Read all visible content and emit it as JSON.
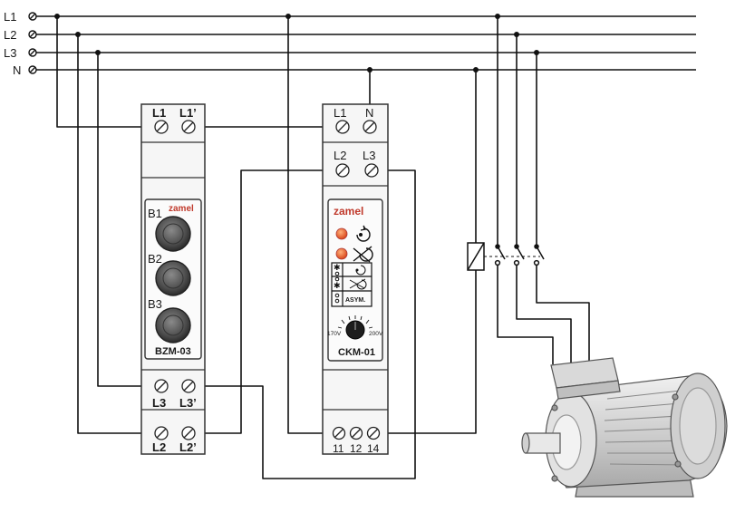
{
  "lines": {
    "l1": "L1",
    "l2": "L2",
    "l3": "L3",
    "n": "N"
  },
  "bzm": {
    "top_left": "L1",
    "top_right": "L1’",
    "fuse_labels": [
      "B1",
      "B2",
      "B3"
    ],
    "brand": "zamel",
    "model": "BZM-03",
    "mid_left": "L3",
    "mid_right": "L3’",
    "bot_left": "L2",
    "bot_right": "L2’"
  },
  "ckm": {
    "top_left": "L1",
    "top_right": "N",
    "second_left": "L2",
    "second_right": "L3",
    "brand": "zamel",
    "asym": "ASYM.",
    "v_min": "170V",
    "v_max": "200V",
    "model": "CKM-01",
    "out_1": "11",
    "out_2": "12",
    "out_3": "14"
  },
  "colors": {
    "wire": "#111111",
    "module_fill": "#f7f7f7",
    "module_stroke": "#333333",
    "led": "#e0581f",
    "brand": "#c0392b",
    "fuse": "#5a5a5a",
    "motor": "#d4d4d4"
  }
}
